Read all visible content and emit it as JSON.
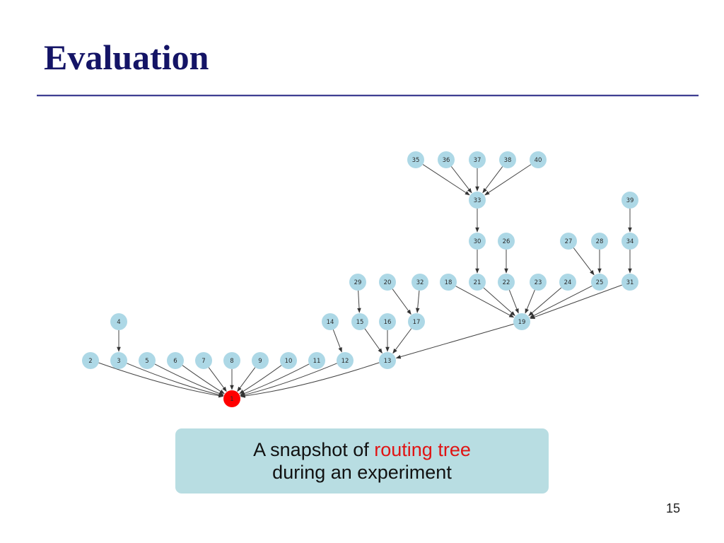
{
  "slide": {
    "title": "Evaluation",
    "page_number": "15"
  },
  "caption": {
    "line1_prefix": "A snapshot of ",
    "line1_highlight": "routing tree",
    "line2": "during an experiment",
    "highlight_color": "#e01414",
    "box_color": "#b8dde2"
  },
  "tree": {
    "node_color": "#add8e6",
    "root_color": "#ff0000",
    "root": "1",
    "nodes": [
      "1",
      "2",
      "3",
      "4",
      "5",
      "6",
      "7",
      "8",
      "9",
      "10",
      "11",
      "12",
      "13",
      "14",
      "15",
      "16",
      "17",
      "18",
      "19",
      "20",
      "21",
      "22",
      "23",
      "24",
      "25",
      "26",
      "27",
      "28",
      "29",
      "30",
      "31",
      "32",
      "33",
      "34",
      "35",
      "36",
      "37",
      "38",
      "39",
      "40"
    ],
    "edges": [
      [
        "2",
        "1"
      ],
      [
        "3",
        "1"
      ],
      [
        "5",
        "1"
      ],
      [
        "6",
        "1"
      ],
      [
        "7",
        "1"
      ],
      [
        "8",
        "1"
      ],
      [
        "9",
        "1"
      ],
      [
        "10",
        "1"
      ],
      [
        "11",
        "1"
      ],
      [
        "12",
        "1"
      ],
      [
        "13",
        "1"
      ],
      [
        "4",
        "3"
      ],
      [
        "14",
        "12"
      ],
      [
        "15",
        "13"
      ],
      [
        "16",
        "13"
      ],
      [
        "17",
        "13"
      ],
      [
        "19",
        "13"
      ],
      [
        "29",
        "15"
      ],
      [
        "20",
        "17"
      ],
      [
        "32",
        "17"
      ],
      [
        "18",
        "19"
      ],
      [
        "21",
        "19"
      ],
      [
        "22",
        "19"
      ],
      [
        "23",
        "19"
      ],
      [
        "24",
        "19"
      ],
      [
        "25",
        "19"
      ],
      [
        "31",
        "19"
      ],
      [
        "30",
        "21"
      ],
      [
        "26",
        "22"
      ],
      [
        "27",
        "25"
      ],
      [
        "28",
        "25"
      ],
      [
        "34",
        "31"
      ],
      [
        "33",
        "30"
      ],
      [
        "39",
        "34"
      ],
      [
        "35",
        "33"
      ],
      [
        "36",
        "33"
      ],
      [
        "37",
        "33"
      ],
      [
        "38",
        "33"
      ],
      [
        "40",
        "33"
      ]
    ]
  }
}
